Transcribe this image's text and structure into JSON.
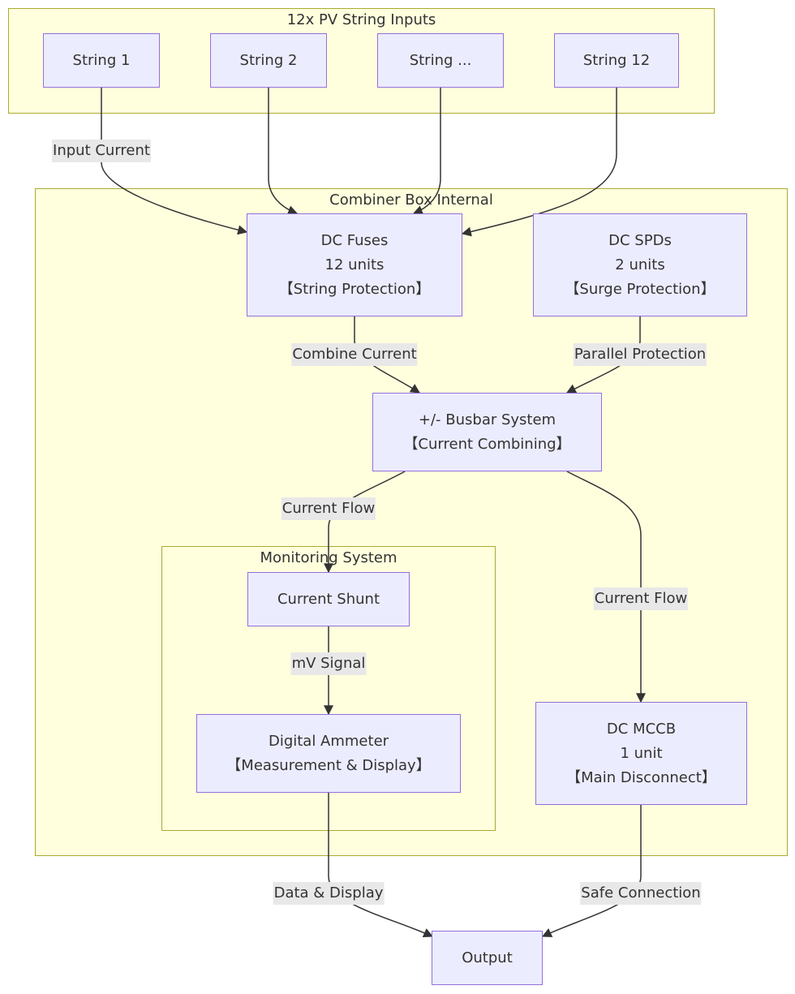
{
  "clusters": {
    "pv_inputs": {
      "title": "12x PV String Inputs"
    },
    "combiner": {
      "title": "Combiner Box Internal"
    },
    "monitoring": {
      "title": "Monitoring System"
    }
  },
  "nodes": {
    "string1": {
      "label": "String 1"
    },
    "string2": {
      "label": "String 2"
    },
    "string_more": {
      "label": "String ..."
    },
    "string12": {
      "label": "String 12"
    },
    "dc_fuses": {
      "line1": "DC Fuses",
      "line2": "12 units",
      "line3": "【String Protection】"
    },
    "dc_spds": {
      "line1": "DC SPDs",
      "line2": "2 units",
      "line3": "【Surge Protection】"
    },
    "busbar": {
      "line1": "+/- Busbar System",
      "line2": "【Current Combining】"
    },
    "shunt": {
      "label": "Current Shunt"
    },
    "ammeter": {
      "line1": "Digital Ammeter",
      "line2": "【Measurement & Display】"
    },
    "mccb": {
      "line1": "DC MCCB",
      "line2": "1 unit",
      "line3": "【Main Disconnect】"
    },
    "output": {
      "label": "Output"
    }
  },
  "edge_labels": {
    "input_current": "Input Current",
    "combine_current": "Combine Current",
    "parallel_protection": "Parallel Protection",
    "current_flow_left": "Current Flow",
    "current_flow_right": "Current Flow",
    "mv_signal": "mV Signal",
    "data_display": "Data & Display",
    "safe_connection": "Safe Connection"
  },
  "colors": {
    "cluster_fill": "#ffffde",
    "cluster_border": "#aaaa33",
    "node_fill": "#ececff",
    "node_border": "#9370db",
    "edge": "#333333",
    "label_bg": "#e8e8e8"
  }
}
